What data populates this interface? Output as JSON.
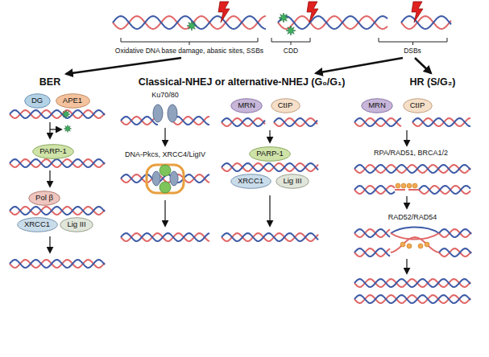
{
  "diagram": {
    "nodes": [
      {
        "text": [
          "DG"
        ]
      },
      {
        "text": [
          "APE1"
        ]
      },
      {
        "text": [
          "PARP-1"
        ]
      },
      {
        "text": [
          "Pol β"
        ]
      },
      {
        "text": [
          "XRCC1"
        ]
      },
      {
        "text": [
          "Lig III"
        ]
      },
      {
        "text": [
          "MRN"
        ]
      },
      {
        "text": [
          "CtIP"
        ]
      },
      {
        "text": [
          "PARP-1"
        ]
      },
      {
        "text": [
          "XRCC1"
        ]
      },
      {
        "text": [
          "Lig III"
        ]
      },
      {
        "text": [
          "MRN"
        ]
      },
      {
        "text": [
          "CtIP"
        ]
      }
    ],
    "labels": [
      "Oxidative DNA base damage, abasic sites, SSBs",
      "CDD",
      "DSBs",
      "BER",
      "Classical-NHEJ or alternative-NHEJ (G₀/G₁)",
      "HR (S/G₂)",
      "Ku70/80",
      "DNA-Pkcs, XRCC4/LigIV",
      "RPA/RAD51, BRCA1/2",
      "RAD52/RAD54"
    ]
  }
}
